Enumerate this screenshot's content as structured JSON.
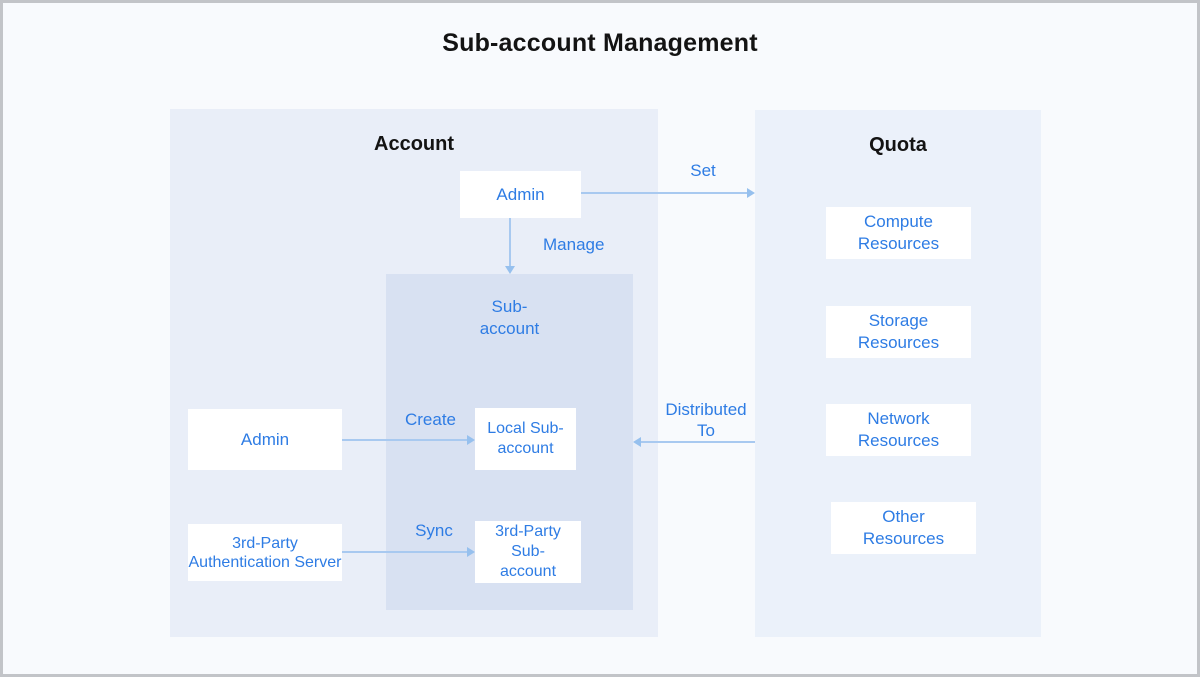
{
  "title": "Sub-account Management",
  "colors": {
    "accent_blue": "#2e7ce4",
    "arrow_blue": "#a8c9f0",
    "account_bg": "#e9eef8",
    "subaccount_bg": "#d8e1f2",
    "quota_bg": "#ebf1fa",
    "page_bg": "#f8fafd",
    "node_bg": "#ffffff",
    "heading_color": "#131313"
  },
  "account": {
    "header": "Account",
    "admin_top": "Admin",
    "subaccount_group": "Sub-account",
    "local_subaccount": "Local Sub-account",
    "third_party_subaccount": "3rd-Party Sub-account",
    "admin_left": "Admin",
    "third_party_auth_server": "3rd-Party Authentication Server"
  },
  "quota": {
    "header": "Quota",
    "items": [
      "Compute Resources",
      "Storage Resources",
      "Network Resources",
      "Other Resources"
    ]
  },
  "arrows": {
    "set": "Set",
    "manage": "Manage",
    "create": "Create",
    "sync": "Sync",
    "distributed_to": "Distributed To"
  }
}
